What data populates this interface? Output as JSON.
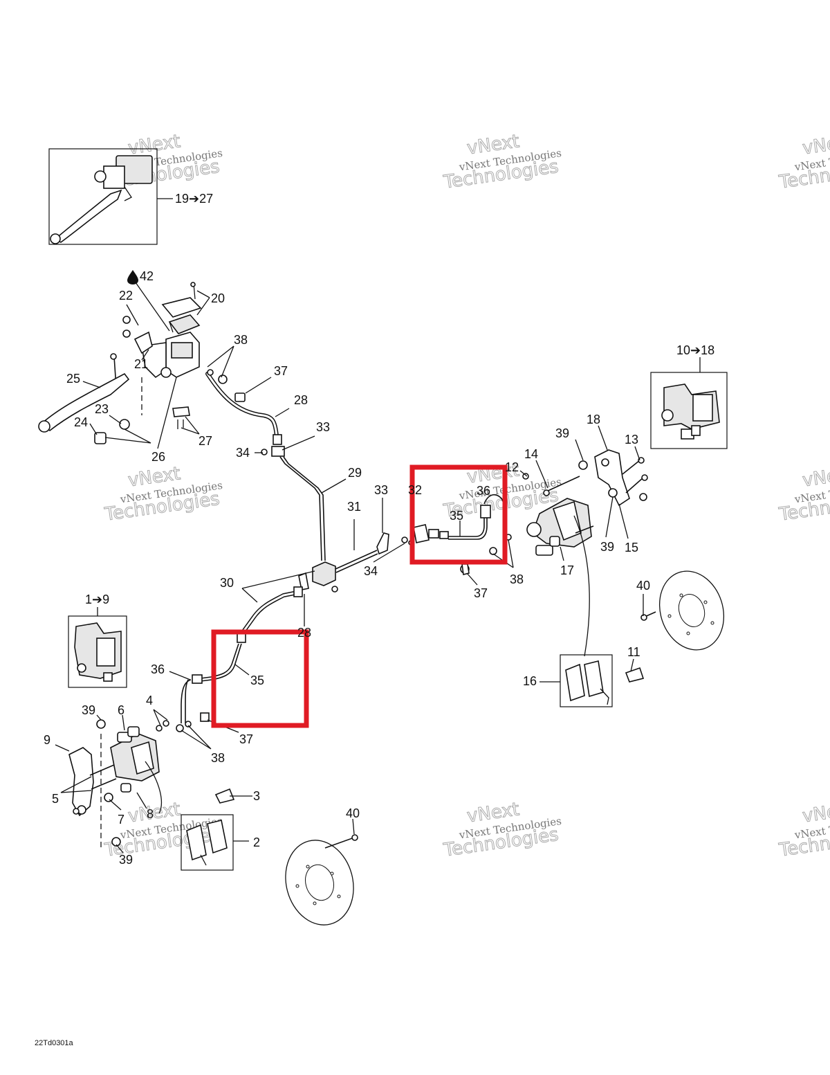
{
  "diagram": {
    "drawing_code": "22Td0301a",
    "callouts": [
      {
        "id": "c-19-27",
        "text": "19➔27"
      },
      {
        "id": "c-42",
        "text": "42"
      },
      {
        "id": "c-20",
        "text": "20"
      },
      {
        "id": "c-22",
        "text": "22"
      },
      {
        "id": "c-38a",
        "text": "38"
      },
      {
        "id": "c-37a",
        "text": "37"
      },
      {
        "id": "c-21",
        "text": "21"
      },
      {
        "id": "c-25",
        "text": "25"
      },
      {
        "id": "c-28a",
        "text": "28"
      },
      {
        "id": "c-23",
        "text": "23"
      },
      {
        "id": "c-24",
        "text": "24"
      },
      {
        "id": "c-27",
        "text": "27"
      },
      {
        "id": "c-26",
        "text": "26"
      },
      {
        "id": "c-33a",
        "text": "33"
      },
      {
        "id": "c-34a",
        "text": "34"
      },
      {
        "id": "c-29",
        "text": "29"
      },
      {
        "id": "c-33b",
        "text": "33"
      },
      {
        "id": "c-31",
        "text": "31"
      },
      {
        "id": "c-32",
        "text": "32"
      },
      {
        "id": "c-36a",
        "text": "36"
      },
      {
        "id": "c-35a",
        "text": "35"
      },
      {
        "id": "c-12",
        "text": "12"
      },
      {
        "id": "c-14",
        "text": "14"
      },
      {
        "id": "c-39a",
        "text": "39"
      },
      {
        "id": "c-18",
        "text": "18"
      },
      {
        "id": "c-13",
        "text": "13"
      },
      {
        "id": "c-10-18",
        "text": "10➔18"
      },
      {
        "id": "c-34b",
        "text": "34"
      },
      {
        "id": "c-38b",
        "text": "38"
      },
      {
        "id": "c-37b",
        "text": "37"
      },
      {
        "id": "c-17",
        "text": "17"
      },
      {
        "id": "c-39b",
        "text": "39"
      },
      {
        "id": "c-15",
        "text": "15"
      },
      {
        "id": "c-30",
        "text": "30"
      },
      {
        "id": "c-28b",
        "text": "28"
      },
      {
        "id": "c-1-9",
        "text": "1➔9"
      },
      {
        "id": "c-40a",
        "text": "40"
      },
      {
        "id": "c-36b",
        "text": "36"
      },
      {
        "id": "c-35b",
        "text": "35"
      },
      {
        "id": "c-11",
        "text": "11"
      },
      {
        "id": "c-16",
        "text": "16"
      },
      {
        "id": "c-39c",
        "text": "39"
      },
      {
        "id": "c-6",
        "text": "6"
      },
      {
        "id": "c-4",
        "text": "4"
      },
      {
        "id": "c-37c",
        "text": "37"
      },
      {
        "id": "c-9",
        "text": "9"
      },
      {
        "id": "c-38c",
        "text": "38"
      },
      {
        "id": "c-5",
        "text": "5"
      },
      {
        "id": "c-3a",
        "text": "3"
      },
      {
        "id": "c-7",
        "text": "7"
      },
      {
        "id": "c-8",
        "text": "8"
      },
      {
        "id": "c-2",
        "text": "2"
      },
      {
        "id": "c-39d",
        "text": "39"
      },
      {
        "id": "c-40b",
        "text": "40"
      }
    ],
    "watermark": {
      "line1": "vNext Technologies",
      "line2": "Technologies",
      "line3": "vNext"
    },
    "colors": {
      "highlight": "#e01b24",
      "ink": "#111111",
      "watermark": "#888888"
    },
    "icons": {
      "fluid": "oil-drop-icon"
    }
  }
}
